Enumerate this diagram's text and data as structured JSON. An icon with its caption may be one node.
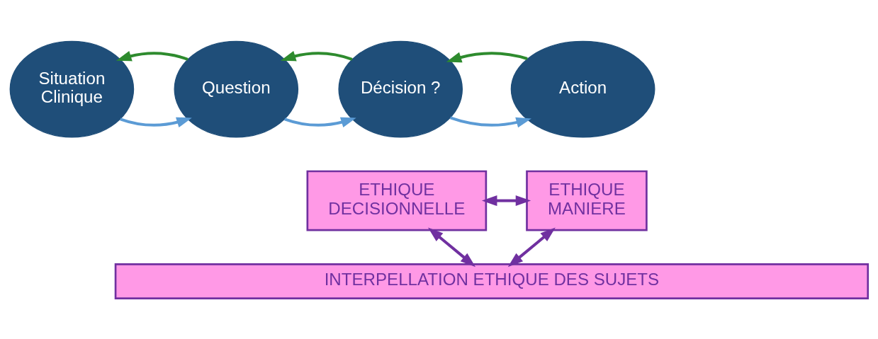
{
  "diagram": {
    "nodes": [
      {
        "text": [
          "Situation Clinique"
        ]
      },
      {
        "text": [
          "Question"
        ]
      },
      {
        "text": [
          "Décision ?"
        ]
      },
      {
        "text": [
          "Action"
        ]
      },
      {
        "text": [
          "ETHIQUE DECISIONNELLE"
        ]
      },
      {
        "text": [
          "ETHIQUE MANIERE"
        ]
      },
      {
        "text": [
          "INTERPELLATION ETHIQUE DES SUJETS"
        ]
      }
    ],
    "edges": [
      {
        "from": 0,
        "to": 1,
        "arrow": "to",
        "color": "#5b9bd5"
      },
      {
        "from": 1,
        "to": 2,
        "arrow": "to",
        "color": "#5b9bd5"
      },
      {
        "from": 2,
        "to": 3,
        "arrow": "to",
        "color": "#5b9bd5"
      },
      {
        "from": 1,
        "to": 0,
        "arrow": "to",
        "color": "#2e8b2e"
      },
      {
        "from": 2,
        "to": 1,
        "arrow": "to",
        "color": "#2e8b2e"
      },
      {
        "from": 3,
        "to": 2,
        "arrow": "to",
        "color": "#2e8b2e"
      },
      {
        "from": 4,
        "to": 5,
        "arrow": "both",
        "color": "#7030a0"
      },
      {
        "from": 4,
        "to": 6,
        "arrow": "both",
        "color": "#7030a0"
      },
      {
        "from": 5,
        "to": 6,
        "arrow": "both",
        "color": "#7030a0"
      }
    ]
  }
}
